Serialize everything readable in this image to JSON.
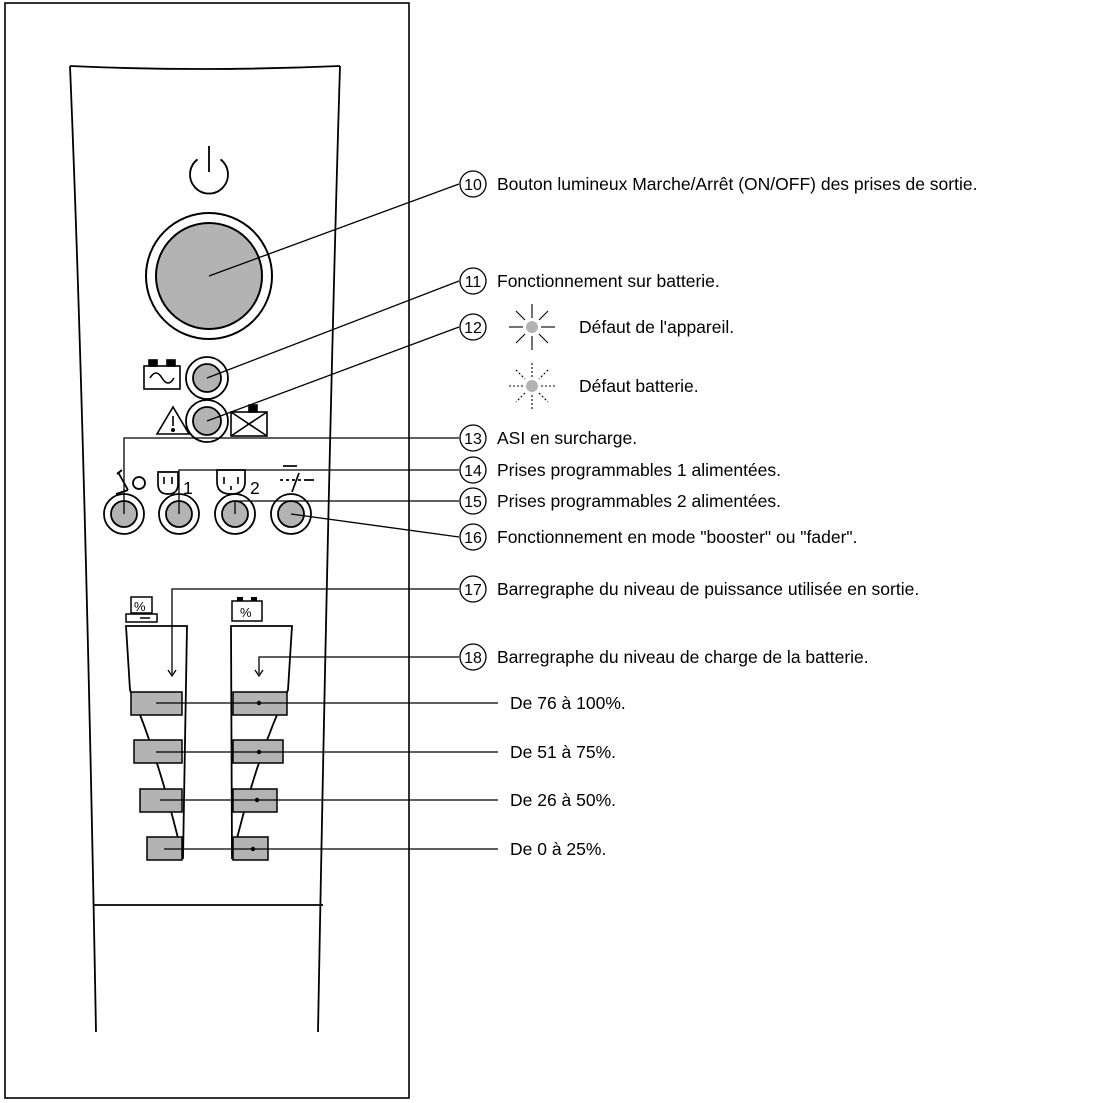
{
  "callouts": [
    {
      "num": "10",
      "text": "Bouton lumineux Marche/Arrêt (ON/OFF) des prises de sortie."
    },
    {
      "num": "11",
      "text": "Fonctionnement sur batterie."
    },
    {
      "num": "12",
      "text": ""
    },
    {
      "num": "13",
      "text": "ASI en surcharge."
    },
    {
      "num": "14",
      "text": "Prises programmables 1 alimentées."
    },
    {
      "num": "15",
      "text": "Prises programmables 2 alimentées."
    },
    {
      "num": "16",
      "text": "Fonctionnement en mode \"booster\" ou \"fader\"."
    },
    {
      "num": "17",
      "text": "Barregraphe du niveau de puissance utilisée en sortie."
    },
    {
      "num": "18",
      "text": "Barregraphe du niveau de charge de la batterie."
    }
  ],
  "fault_states": [
    {
      "text": "Défaut de l'appareil.",
      "blink": "slow"
    },
    {
      "text": "Défaut batterie.",
      "blink": "fast"
    }
  ],
  "levels": [
    "De 76 à 100%.",
    "De 51 à 75%.",
    "De 26 à 50%.",
    "De 0 à 25%."
  ],
  "panel": {
    "outlet1_label": "1",
    "outlet2_label": "2",
    "percent_symbol": "%",
    "icons": [
      "power-icon",
      "battery-sine-icon",
      "warning-icon",
      "battery-fault-icon",
      "overload-icon",
      "outlet-1-icon",
      "outlet-2-icon",
      "booster-fader-icon",
      "load-percent-icon",
      "battery-percent-icon"
    ]
  },
  "colors": {
    "led_gray": "#b3b3b3",
    "stroke": "#000000"
  }
}
